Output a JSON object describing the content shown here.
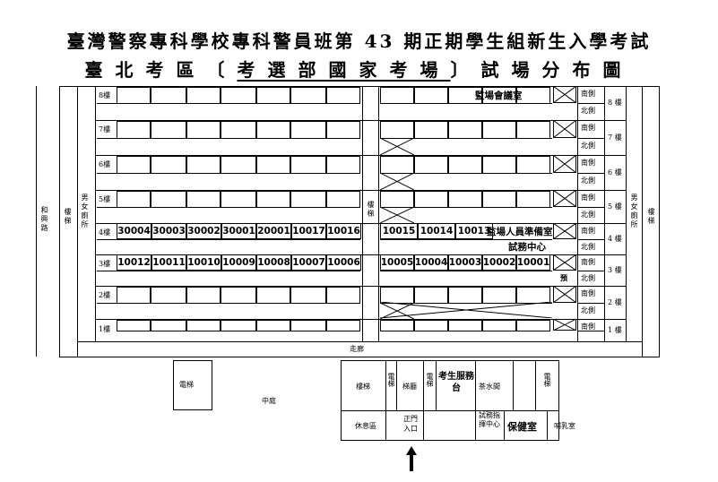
{
  "title_line1": "臺灣警察專科學校專科警員班第 43 期正期學生組新生入學考試",
  "title_line2_prefix": "臺北考區〔",
  "title_line2_venue": "考選部國家考場",
  "title_line2_suffix": "〕試場分布圖",
  "left_road": "和興路",
  "stairs": "樓梯",
  "restroom": "男女廁所",
  "corridor_mid": "樓梯",
  "corridor": "走廊",
  "courtyard": "中庭",
  "floors": [
    "8樓",
    "7樓",
    "6樓",
    "5樓",
    "4樓",
    "3樓",
    "2樓",
    "1樓"
  ],
  "floor_labels": {
    "f8": "8 樓",
    "f7": "7 樓",
    "f6": "6 樓",
    "f5": "5 樓",
    "f4": "4 樓",
    "f3": "3 樓",
    "f2": "2 樓",
    "f1": "1 樓"
  },
  "south": "南側",
  "north": "北側",
  "rooms_4f_left": [
    "30004",
    "30003",
    "30002",
    "30001",
    "20001",
    "10017",
    "10016"
  ],
  "rooms_4f_right": [
    "10015",
    "10014",
    "10013"
  ],
  "rooms_3f_left": [
    "10012",
    "10011",
    "10010",
    "10009",
    "10008",
    "10007",
    "10006"
  ],
  "rooms_3f_right": [
    "10005",
    "10004",
    "10003",
    "10002",
    "10001"
  ],
  "meeting_room": "監場會議室",
  "staff_room": "監場人員準備室",
  "exam_center": "試務中心",
  "tiny_label": "預",
  "elevator": "電梯",
  "bottom": {
    "stairs": "樓梯",
    "elevator_a": "電梯",
    "stair_hall": "梯廳",
    "elevator_b": "電梯",
    "service": "考生服務台",
    "tea_room": "茶水間",
    "elevator_c": "電梯",
    "rest_area": "休息區",
    "entrance": "正門入口",
    "command": "試務指揮中心",
    "health": "保健室",
    "nursing": "哺乳室"
  }
}
